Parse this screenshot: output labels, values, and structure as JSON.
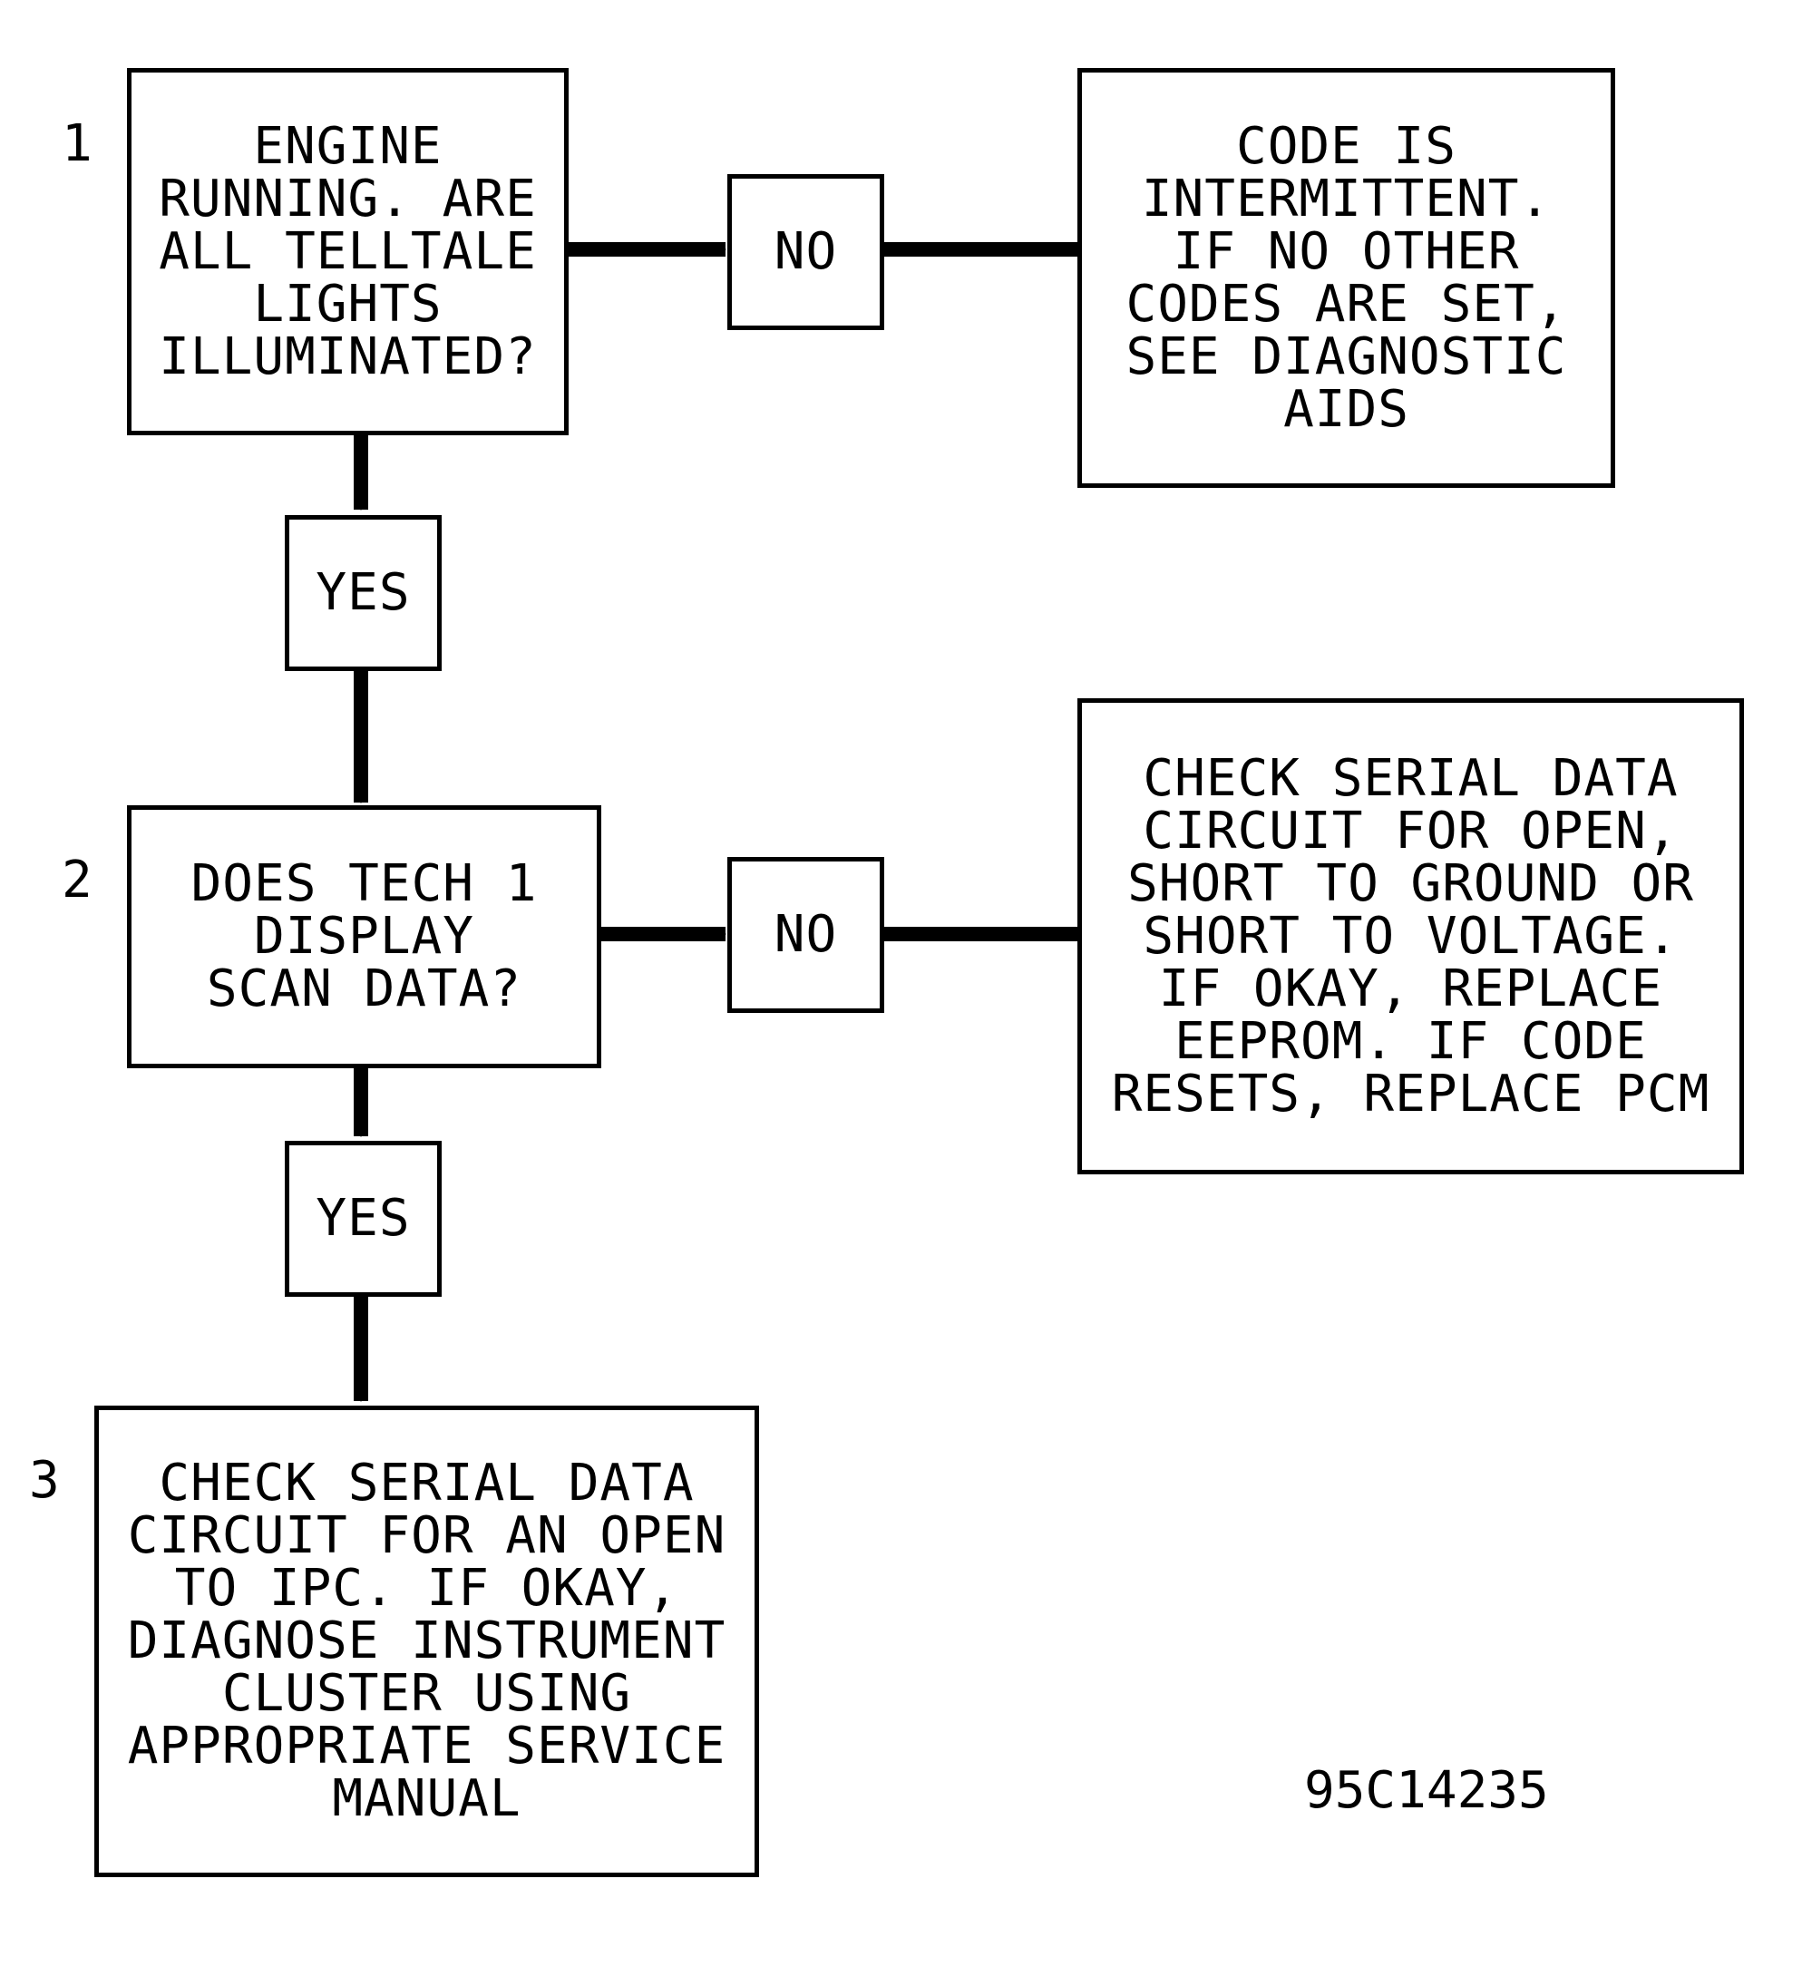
{
  "steps": [
    {
      "number": "1",
      "question_lines": [
        "ENGINE",
        "RUNNING. ARE",
        "ALL TELLTALE",
        "LIGHTS",
        "ILLUMINATED?"
      ],
      "no_label": "NO",
      "yes_label": "YES",
      "no_result_lines": [
        "CODE IS",
        "INTERMITTENT.",
        "IF NO OTHER",
        "CODES ARE SET,",
        "SEE DIAGNOSTIC",
        "AIDS"
      ]
    },
    {
      "number": "2",
      "question_lines": [
        "DOES TECH 1",
        "DISPLAY",
        "SCAN DATA?"
      ],
      "no_label": "NO",
      "yes_label": "YES",
      "no_result_lines": [
        "CHECK SERIAL DATA",
        "CIRCUIT FOR OPEN,",
        "SHORT TO GROUND OR",
        "SHORT TO VOLTAGE.",
        "IF OKAY, REPLACE",
        "EEPROM. IF CODE",
        "RESETS, REPLACE PCM"
      ]
    },
    {
      "number": "3",
      "question_lines": [
        "CHECK SERIAL DATA",
        "CIRCUIT FOR AN OPEN",
        "TO IPC. IF OKAY,",
        "DIAGNOSE INSTRUMENT",
        "CLUSTER USING",
        "APPROPRIATE SERVICE",
        "MANUAL"
      ]
    }
  ],
  "figure_id": "95C14235",
  "colors": {
    "line": "#000000",
    "background": "#ffffff"
  }
}
